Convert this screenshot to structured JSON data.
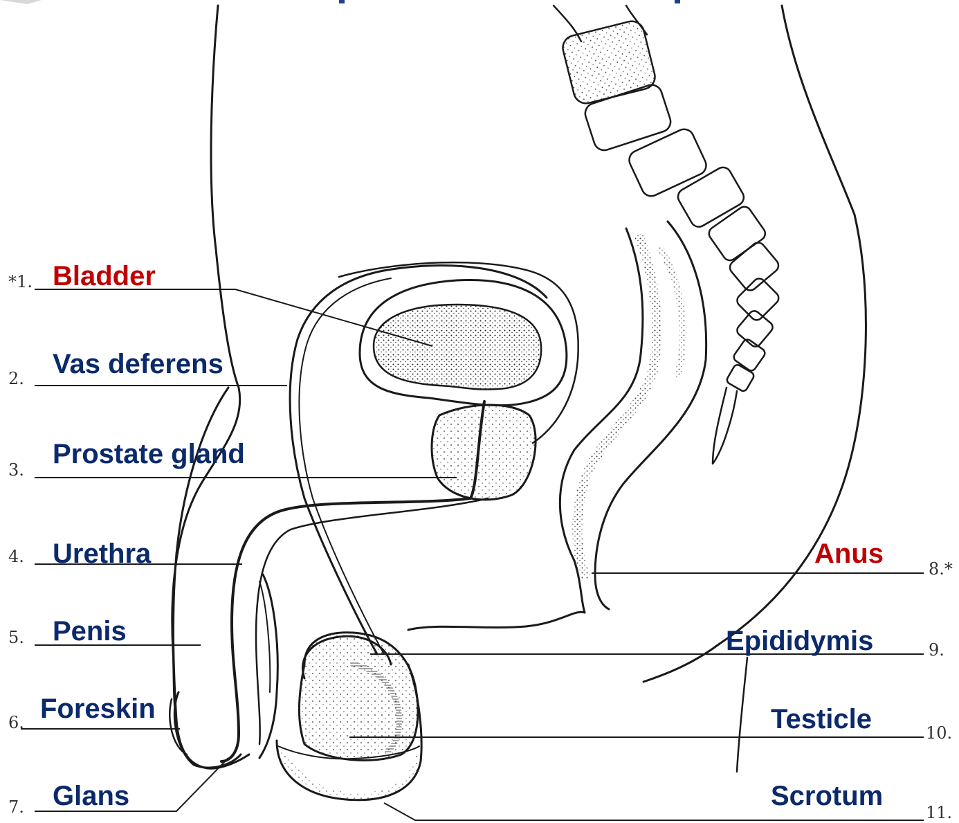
{
  "colors": {
    "label_blue": "#0b2a6b",
    "label_red": "#c00000",
    "ink": "#1a1a1a",
    "number_gray": "#333333",
    "top_bar_blue": "#1f3f8f"
  },
  "left_labels": [
    {
      "number": "*1.",
      "text": "Bladder",
      "highlight": true
    },
    {
      "number": "2.",
      "text": "Vas deferens",
      "highlight": false
    },
    {
      "number": "3.",
      "text": "Prostate gland",
      "highlight": false
    },
    {
      "number": "4.",
      "text": "Urethra",
      "highlight": false
    },
    {
      "number": "5.",
      "text": "Penis",
      "highlight": false
    },
    {
      "number": "6.",
      "text": "Foreskin",
      "highlight": false
    },
    {
      "number": "7.",
      "text": "Glans",
      "highlight": false
    }
  ],
  "right_labels": [
    {
      "number": "8.*",
      "text": "Anus",
      "highlight": true
    },
    {
      "number": "9.",
      "text": "Epididymis",
      "highlight": false
    },
    {
      "number": "10.",
      "text": "Testicle",
      "highlight": false
    },
    {
      "number": "11.",
      "text": "Scrotum",
      "highlight": false
    }
  ]
}
